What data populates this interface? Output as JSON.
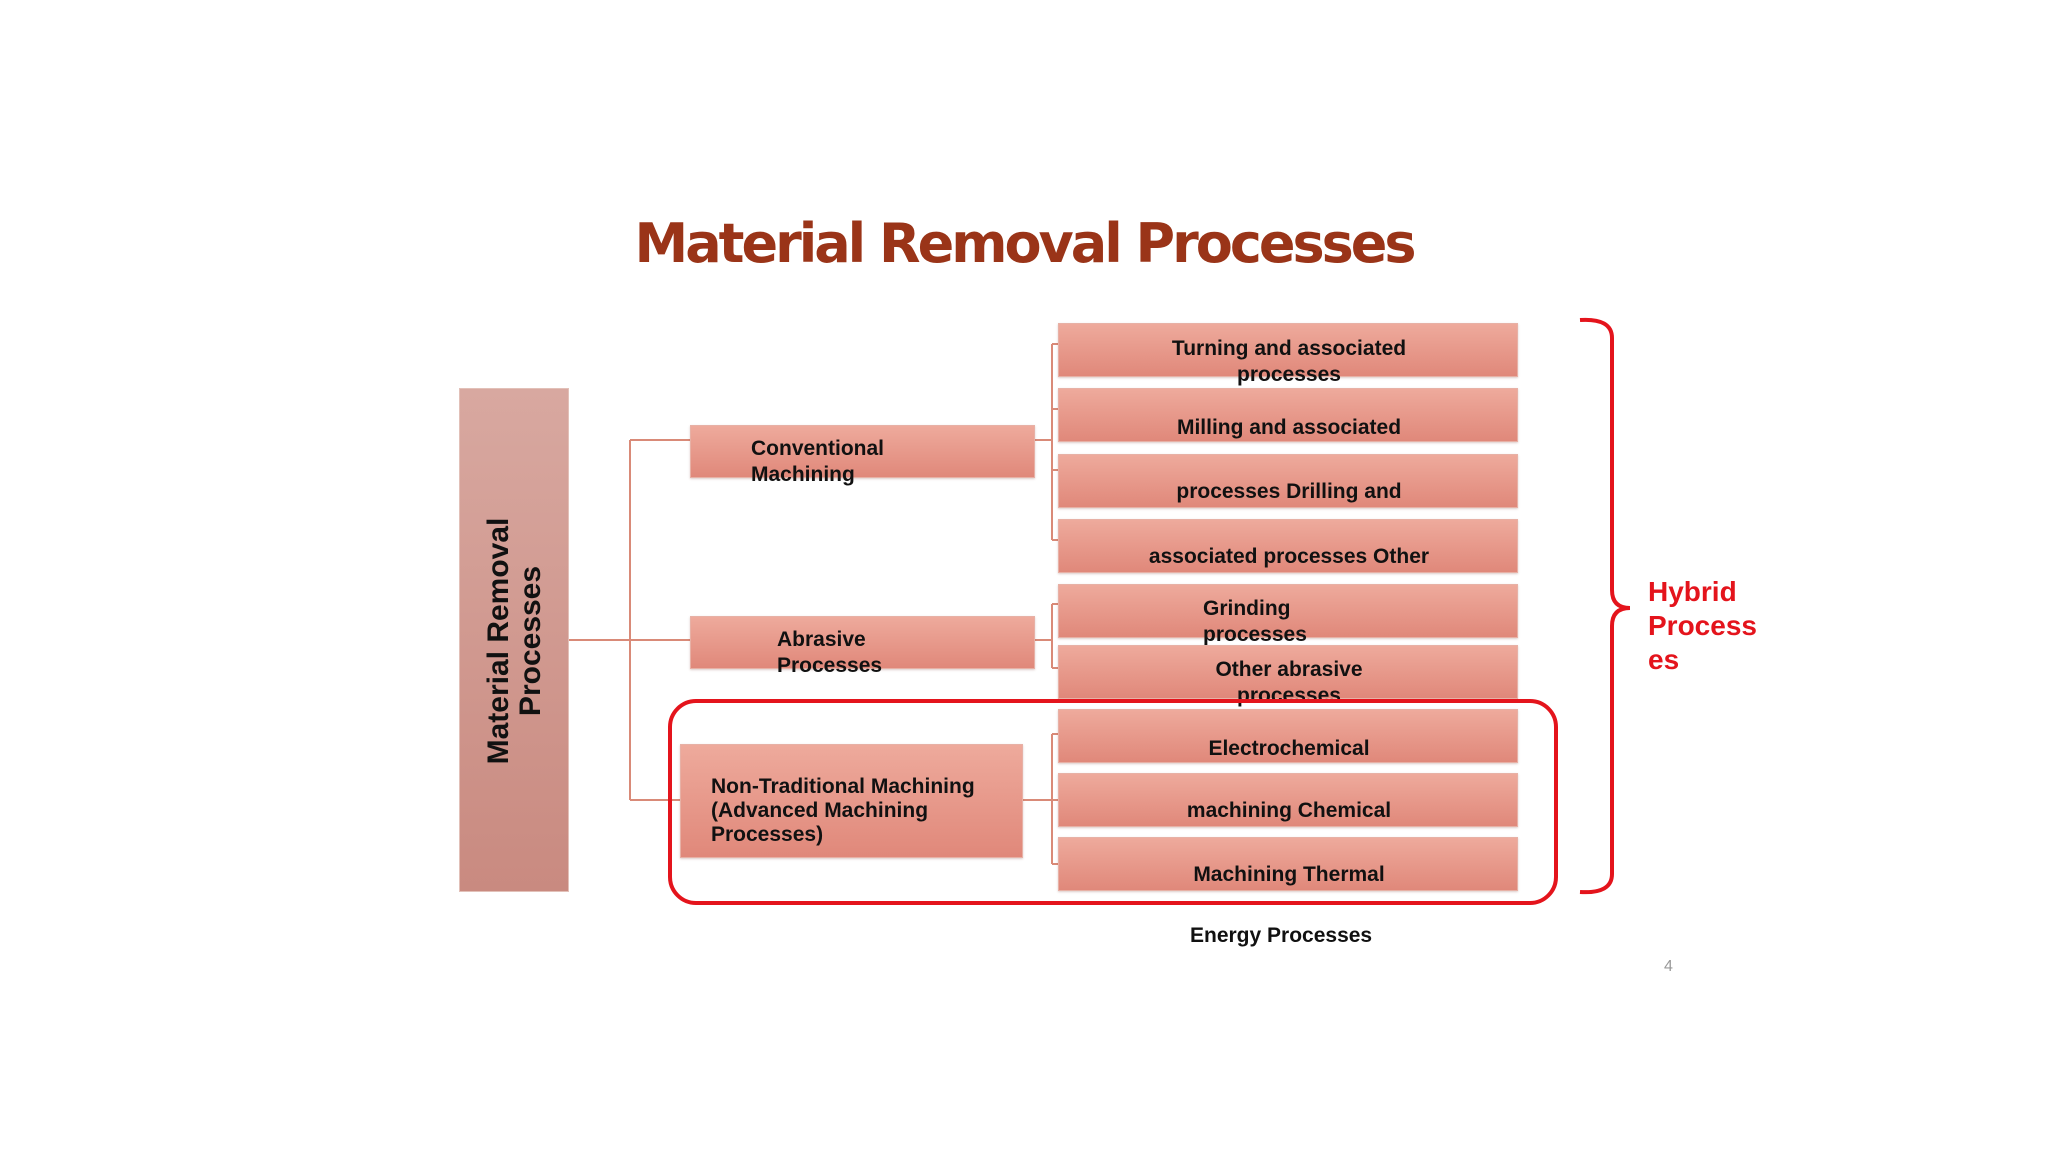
{
  "slide": {
    "title": "Material Removal Processes",
    "page_number": "4",
    "footer_text": "Energy Processes"
  },
  "root": {
    "label": "Material Removal\nProcesses"
  },
  "categories": [
    {
      "label": "Conventional\nMachining"
    },
    {
      "label": "Abrasive\nProcesses"
    },
    {
      "label": "Non-Traditional Machining\n(Advanced Machining\nProcesses)"
    }
  ],
  "leaves": [
    {
      "label": "Turning and associated\nprocesses"
    },
    {
      "label": "Milling and associated"
    },
    {
      "label": "processes  Drilling and"
    },
    {
      "label": "associated processes  Other"
    },
    {
      "label": "Grinding\nprocesses"
    },
    {
      "label": "Other abrasive\nprocesses"
    },
    {
      "label": "Electrochemical"
    },
    {
      "label": "machining  Chemical"
    },
    {
      "label": "Machining  Thermal"
    }
  ],
  "hybrid": {
    "label": "Hybrid\nProcess\nes",
    "color": "#e4141c"
  },
  "colors": {
    "title": "#9a3418",
    "box_top": "#eeaa9c",
    "box_bottom": "#e0887a",
    "connector": "#d98a78",
    "highlight": "#e4141c"
  }
}
